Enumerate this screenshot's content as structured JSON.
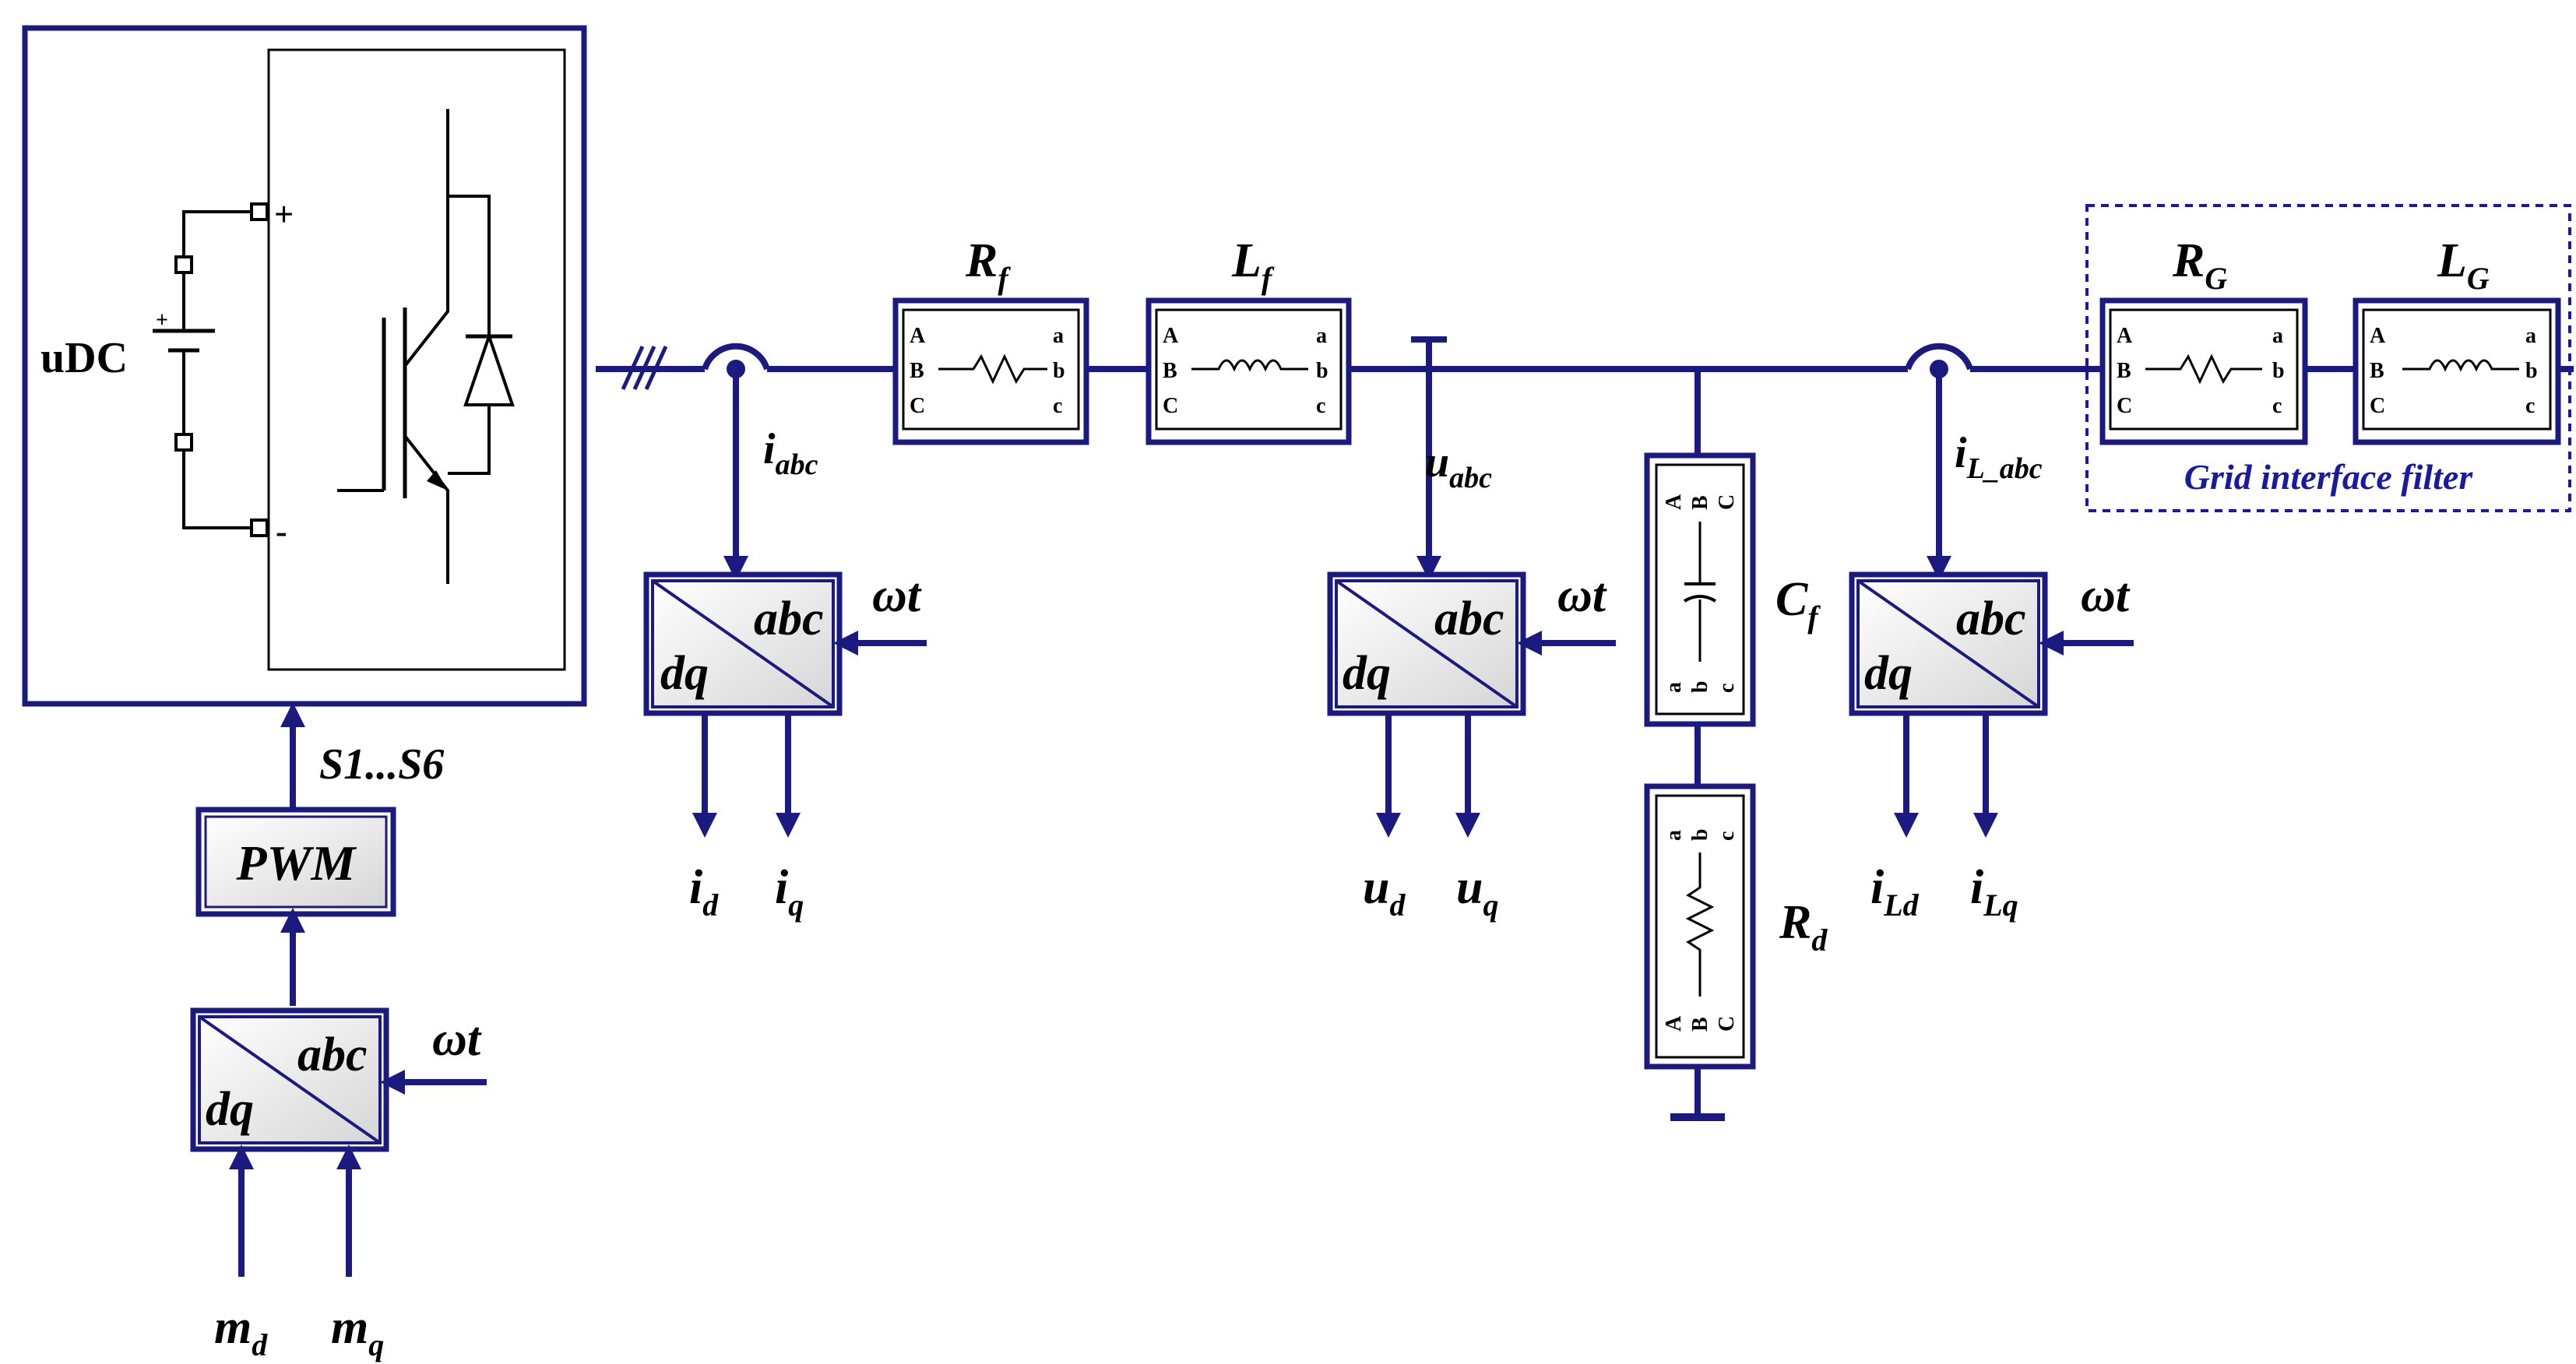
{
  "colors": {
    "wire": "#1a1a80",
    "block_fill": "#e6e6e6",
    "text": "#000000"
  },
  "inverter": {
    "dc_label": "uDC",
    "plus": "+",
    "minus": "-",
    "batt_plus": "+"
  },
  "pwm": {
    "label": "PWM",
    "switches_main": "S1...S6"
  },
  "transforms": {
    "dq": "dq",
    "abc": "abc",
    "omega_t": "ωt"
  },
  "labels": {
    "i_abc": {
      "base": "i",
      "sub": "abc"
    },
    "u_abc": {
      "base": "u",
      "sub": "abc"
    },
    "iL_abc": {
      "base": "i",
      "sub": "L_abc"
    },
    "id": {
      "base": "i",
      "sub": "d"
    },
    "iq": {
      "base": "i",
      "sub": "q"
    },
    "ud": {
      "base": "u",
      "sub": "d"
    },
    "uq": {
      "base": "u",
      "sub": "q"
    },
    "iLd": {
      "base": "i",
      "sub": "Ld"
    },
    "iLq": {
      "base": "i",
      "sub": "Lq"
    },
    "md": {
      "base": "m",
      "sub": "d"
    },
    "mq": {
      "base": "m",
      "sub": "q"
    }
  },
  "components": {
    "Rf": {
      "base": "R",
      "sub": "f"
    },
    "Lf": {
      "base": "L",
      "sub": "f"
    },
    "RG": {
      "base": "R",
      "sub": "G"
    },
    "LG": {
      "base": "L",
      "sub": "G"
    },
    "Cf": {
      "base": "C",
      "sub": "f"
    },
    "Rd": {
      "base": "R",
      "sub": "d"
    }
  },
  "terminals": {
    "A": "A",
    "B": "B",
    "C": "C",
    "a": "a",
    "b": "b",
    "c": "c"
  },
  "filter_group": {
    "label": "Grid interface filter"
  }
}
